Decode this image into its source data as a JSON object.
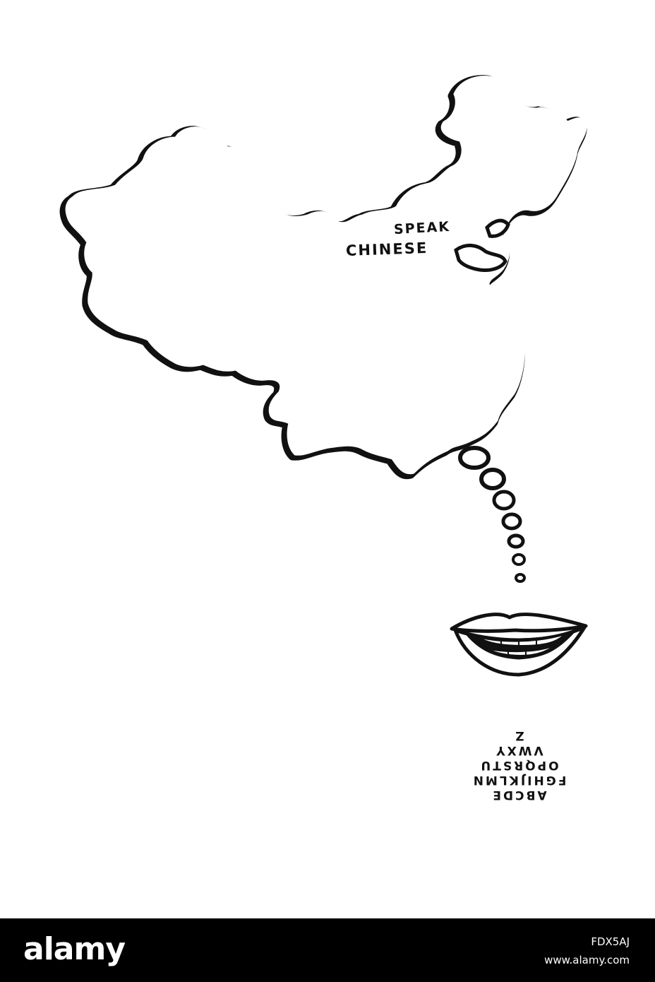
{
  "illustration": {
    "map_label_line1": "SPEAK",
    "map_label_line2": "CHINESE",
    "alphabet_lines": [
      "ABCDE",
      "FGHIJKLMN",
      "OPQRSTU",
      "VWXY",
      "Z"
    ]
  },
  "footer": {
    "brand": "alamy",
    "image_id": "FDX5AJ",
    "url": "www.alamy.com",
    "background_color": "#000000",
    "text_color": "#ffffff"
  }
}
